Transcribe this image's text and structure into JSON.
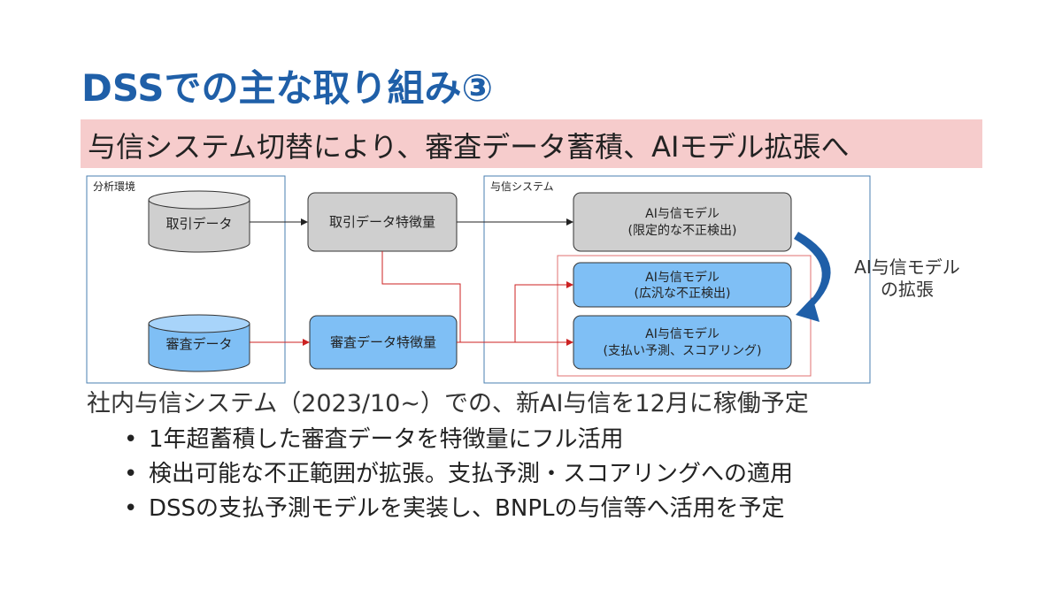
{
  "title": "DSSでの主な取り組み③",
  "banner": "与信システム切替により、審査データ蓄積、AIモデル拡張へ",
  "diagram": {
    "analysis_env_label": "分析環境",
    "credit_system_label": "与信システム",
    "db_transaction": "取引データ",
    "db_review": "審査データ",
    "feature_transaction": "取引データ特徴量",
    "feature_review": "審査データ特徴量",
    "model_limited": {
      "line1": "AI与信モデル",
      "line2": "(限定的な不正検出)"
    },
    "model_broad": {
      "line1": "AI与信モデル",
      "line2": "(広汎な不正検出)"
    },
    "model_payment": {
      "line1": "AI与信モデル",
      "line2": "(支払い予測、スコアリング)"
    },
    "expansion": {
      "line1": "AI与信モデル",
      "line2": "の拡張"
    },
    "colors": {
      "gray_box": "#cfcfcf",
      "blue_box": "#7fbff5",
      "red_line": "#cc2222",
      "arrow_blue": "#1f5fa8",
      "frame": "#4a7fb0"
    }
  },
  "subtitle": "社内与信システム（2023/10~）での、新AI与信を12月に稼働予定",
  "bullets": [
    "1年超蓄積した審査データを特徴量にフル活用",
    "検出可能な不正範囲が拡張。支払予測・スコアリングへの適用",
    "DSSの支払予測モデルを実装し、BNPLの与信等へ活用を予定"
  ]
}
